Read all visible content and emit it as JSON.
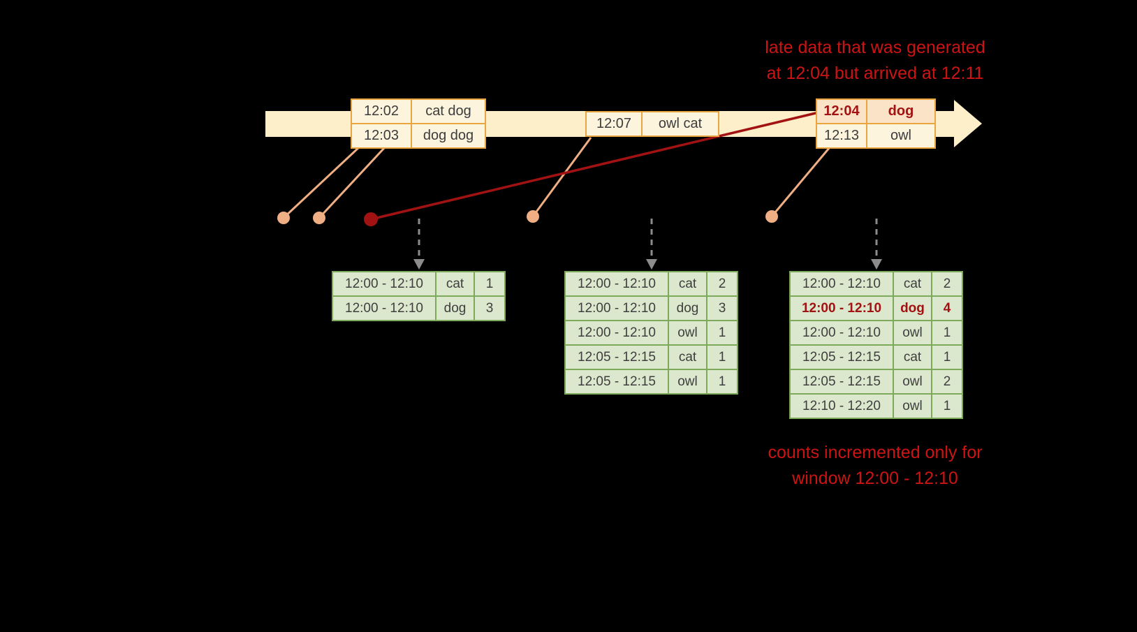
{
  "diagram": {
    "annotation_top": {
      "line1": "late data that was generated",
      "line2": "at 12:04 but arrived at 12:11"
    },
    "annotation_bottom": {
      "line1": "counts incremented only for",
      "line2": "window 12:00 - 12:10"
    }
  },
  "timeline": {
    "events": [
      {
        "rows": [
          {
            "time": "12:02",
            "words": "cat dog"
          },
          {
            "time": "12:03",
            "words": "dog dog"
          }
        ]
      },
      {
        "rows": [
          {
            "time": "12:07",
            "words": "owl cat"
          }
        ]
      },
      {
        "rows": [
          {
            "time": "12:04",
            "words": "dog",
            "late": true
          },
          {
            "time": "12:13",
            "words": "owl"
          }
        ]
      }
    ]
  },
  "result_tables": [
    {
      "rows": [
        {
          "window": "12:00 - 12:10",
          "word": "cat",
          "count": "1"
        },
        {
          "window": "12:00 - 12:10",
          "word": "dog",
          "count": "3"
        }
      ]
    },
    {
      "rows": [
        {
          "window": "12:00 - 12:10",
          "word": "cat",
          "count": "2"
        },
        {
          "window": "12:00 - 12:10",
          "word": "dog",
          "count": "3"
        },
        {
          "window": "12:00 - 12:10",
          "word": "owl",
          "count": "1"
        },
        {
          "window": "12:05 - 12:15",
          "word": "cat",
          "count": "1"
        },
        {
          "window": "12:05 - 12:15",
          "word": "owl",
          "count": "1"
        }
      ]
    },
    {
      "rows": [
        {
          "window": "12:00 - 12:10",
          "word": "cat",
          "count": "2"
        },
        {
          "window": "12:00 - 12:10",
          "word": "dog",
          "count": "4",
          "highlight": true
        },
        {
          "window": "12:00 - 12:10",
          "word": "owl",
          "count": "1"
        },
        {
          "window": "12:05 - 12:15",
          "word": "cat",
          "count": "1"
        },
        {
          "window": "12:05 - 12:15",
          "word": "owl",
          "count": "2"
        },
        {
          "window": "12:10 - 12:20",
          "word": "owl",
          "count": "1"
        }
      ]
    }
  ],
  "colors": {
    "timeline_fill": "#fcefc9",
    "event_border": "#e9a640",
    "event_fill": "#fdf4dd",
    "late_event_fill": "#fbe3c7",
    "table_border": "#7daa5a",
    "table_fill": "#dce8cd",
    "dot": "#efae83",
    "late_red": "#a31212",
    "annotation_red": "#cc1414",
    "arrow_gray": "#8c8c8c"
  }
}
